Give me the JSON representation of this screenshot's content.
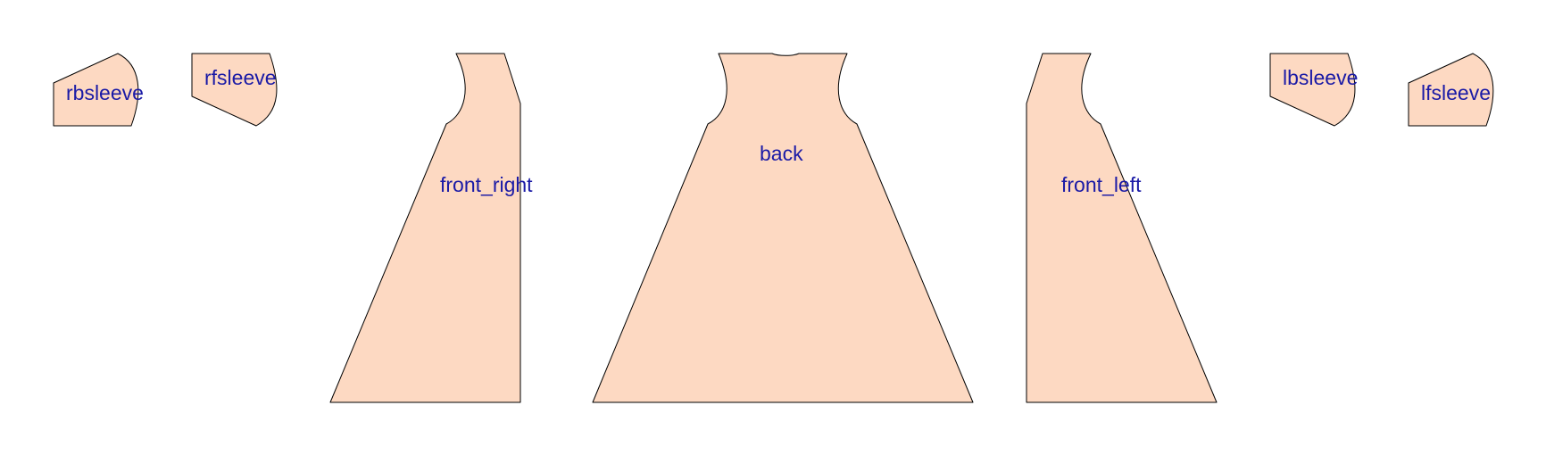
{
  "colors": {
    "background": "#ffffff",
    "piece_fill": "#fdd9c2",
    "piece_stroke": "#000000",
    "label": "#1a1aa6"
  },
  "pieces": {
    "rbsleeve": "rbsleeve",
    "rfsleeve": "rfsleeve",
    "front_right": "front_right",
    "back": "back",
    "front_left": "front_left",
    "lbsleeve": "lbsleeve",
    "lfsleeve": "lfsleeve"
  }
}
